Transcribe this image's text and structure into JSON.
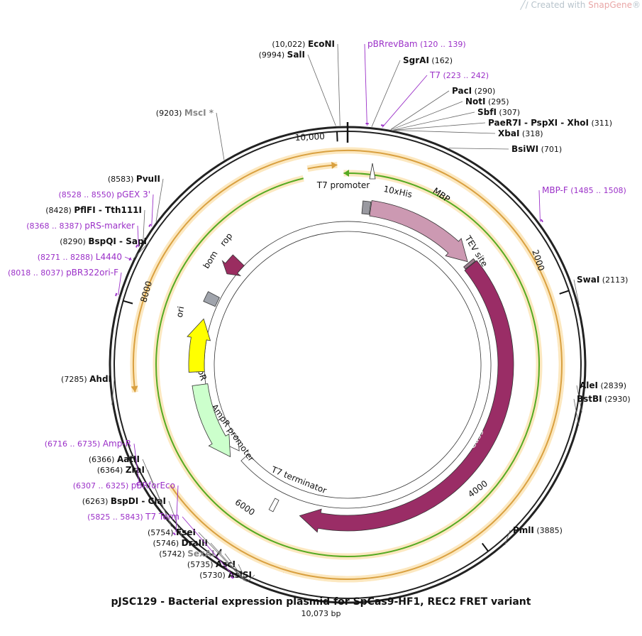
{
  "branding": {
    "prefix": "Created with ",
    "name": "SnapGene",
    "mark": "®"
  },
  "plasmid": {
    "name": "pJSC129 - Bacterial expression plasmid for SpCas9-HF1, REC2 FRET variant",
    "length_label": "10,073 bp",
    "length": 10073
  },
  "colors": {
    "backbone": "#222222",
    "primer": "#9b30c8",
    "enzyme_unique": "#111111",
    "enzyme_grey": "#888888",
    "cas9": "#9a2d66",
    "mbp": "#cc99b2",
    "tev": "#9a7d8d",
    "his": "#9999a0",
    "rop": "#9a2d60",
    "bom": "#a0a4ac",
    "ori": "#ffff00",
    "ampr": "#ccffcc",
    "orf_orange": "#d9a040",
    "orf_highlight": "#fce8c0",
    "orf_green": "#55aa22"
  },
  "ruler": [
    {
      "label": "10,000",
      "pos": 10000
    },
    {
      "label": "2000",
      "pos": 2000
    },
    {
      "label": "4000",
      "pos": 4000
    },
    {
      "label": "6000",
      "pos": 6000
    },
    {
      "label": "8000",
      "pos": 8000
    }
  ],
  "features": [
    {
      "name": "MBP",
      "type": "arrow",
      "start": 235,
      "end": 1380,
      "color": "#cc99b2",
      "text_color": "#000000"
    },
    {
      "name": "10xHis",
      "type": "box",
      "start": 150,
      "end": 228,
      "color": "#9999a0",
      "label_outside": true
    },
    {
      "name": "TEV site",
      "type": "box",
      "start": 1395,
      "end": 1425,
      "color": "#9a7d8d",
      "label_outside": true
    },
    {
      "name": "Cas9",
      "type": "arrow",
      "start": 1430,
      "end": 5530,
      "color": "#9a2d66",
      "text_color": "#ffffff"
    },
    {
      "name": "T7 terminator",
      "type": "box",
      "start": 5790,
      "end": 5835,
      "color": "#ffffff",
      "label_outside": true
    },
    {
      "name": "AmpR promoter",
      "type": "arrowbox",
      "start": 6380,
      "end": 6480,
      "color": "#ffffff",
      "label_outside": true
    },
    {
      "name": "AmpR",
      "type": "arrow",
      "start": 7340,
      "end": 6490,
      "color": "#ccffcc",
      "text_color": "#000000"
    },
    {
      "name": "ori",
      "type": "arrow",
      "start": 7480,
      "end": 8050,
      "color": "#ffff00",
      "text_color": "#000000"
    },
    {
      "name": "bom",
      "type": "box",
      "start": 8220,
      "end": 8330,
      "color": "#a0a4ac",
      "label_outside": true
    },
    {
      "name": "rop",
      "type": "arrow",
      "start": 8780,
      "end": 8590,
      "color": "#9a2d60",
      "label_outside": true
    },
    {
      "name": "T7 promoter",
      "type": "promoter",
      "start": 70,
      "end": 90,
      "color": "#ffffff",
      "label_outside": true
    }
  ],
  "enzymes": [
    {
      "pos": "(10,022)",
      "name": "EcoNI",
      "grey": false
    },
    {
      "pos": "(9994)",
      "name": "SalI",
      "grey": false
    },
    {
      "pos": "(162)",
      "name": "SgrAI",
      "grey": false
    },
    {
      "pos": "(290)",
      "name": "PacI",
      "grey": false
    },
    {
      "pos": "(295)",
      "name": "NotI",
      "grey": false
    },
    {
      "pos": "(307)",
      "name": "SbfI",
      "grey": false
    },
    {
      "pos": "(311)",
      "name": "PaeR7I - PspXI - XhoI",
      "grey": false
    },
    {
      "pos": "(318)",
      "name": "XbaI",
      "grey": false
    },
    {
      "pos": "(701)",
      "name": "BsiWI",
      "grey": false
    },
    {
      "pos": "(2113)",
      "name": "SwaI",
      "grey": false
    },
    {
      "pos": "(2839)",
      "name": "AleI",
      "grey": false
    },
    {
      "pos": "(2930)",
      "name": "BstBI",
      "grey": false
    },
    {
      "pos": "(3885)",
      "name": "PmlI",
      "grey": false
    },
    {
      "pos": "(5730)",
      "name": "AsiSI",
      "grey": false
    },
    {
      "pos": "(5735)",
      "name": "AscI",
      "grey": false
    },
    {
      "pos": "(5742)",
      "name": "SexAI *",
      "grey": true
    },
    {
      "pos": "(5746)",
      "name": "DraIII",
      "grey": false
    },
    {
      "pos": "(5754)",
      "name": "FseI",
      "grey": false
    },
    {
      "pos": "(6263)",
      "name": "BspDI - ClaI",
      "grey": false
    },
    {
      "pos": "(6364)",
      "name": "ZraI",
      "grey": false
    },
    {
      "pos": "(6366)",
      "name": "AatII",
      "grey": false
    },
    {
      "pos": "(7285)",
      "name": "AhdI",
      "grey": false
    },
    {
      "pos": "(8290)",
      "name": "BspQI - SapI",
      "grey": false
    },
    {
      "pos": "(8428)",
      "name": "PflFI - Tth111I",
      "grey": false
    },
    {
      "pos": "(8583)",
      "name": "PvuII",
      "grey": false
    },
    {
      "pos": "(9203)",
      "name": "MscI *",
      "grey": true
    }
  ],
  "primers": [
    {
      "name": "pBRrevBam",
      "range": "(120 .. 139)"
    },
    {
      "name": "T7",
      "range": "(223 .. 242)"
    },
    {
      "name": "MBP-F",
      "range": "(1485 .. 1508)"
    },
    {
      "name": "T7 Term",
      "range": "(5825 .. 5843)"
    },
    {
      "name": "pBRforEco",
      "range": "(6307 .. 6325)"
    },
    {
      "name": "Amp-R",
      "range": "(6716 .. 6735)"
    },
    {
      "name": "pBR322ori-F",
      "range": "(8018 .. 8037)"
    },
    {
      "name": "L4440",
      "range": "(8271 .. 8288)"
    },
    {
      "name": "pRS-marker",
      "range": "(8368 .. 8387)"
    },
    {
      "name": "pGEX 3'",
      "range": "(8528 .. 8550)"
    }
  ],
  "orfs": [
    {
      "start": 230,
      "end": 5560,
      "dir": "cw",
      "color": "#d9a040"
    },
    {
      "start": 6600,
      "end": 7350,
      "dir": "ccw",
      "color": "#d9a040"
    },
    {
      "start": 9750,
      "end": 9990,
      "dir": "cw",
      "color": "#d9a040"
    },
    {
      "start": 9700,
      "end": 10040,
      "dir": "ccw",
      "color": "#55aa22"
    }
  ]
}
